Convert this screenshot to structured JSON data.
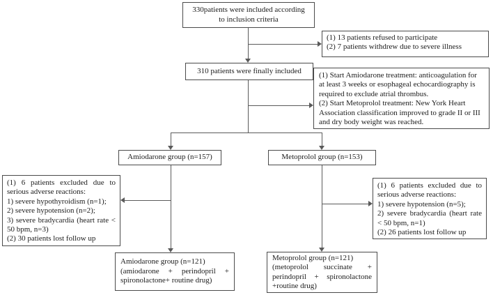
{
  "boxes": {
    "enrolled": "330patients were included according\nto inclusion criteria",
    "excluded_initial": "(1) 13 patients refused to participate\n(2) 7 patients withdrew due to severe illness",
    "included": "310 patients were finally included",
    "treatment_criteria": "(1) Start Amiodarone treatment: anticoagulation for at least 3 weeks or esophageal echocardiography is required to exclude atrial thrombus.\n(2) Start Metoprolol treatment: New York Heart Association classification improved to grade II or III and dry body weight was reached.",
    "amiodarone_group": "Amiodarone group (n=157)",
    "metoprolol_group": "Metoprolol group (n=153)",
    "amiodarone_excluded": "(1) 6 patients excluded due to serious adverse reactions:\n1) severe hypothyroidism (n=1);\n2) severe hypotension (n=2);\n3) severe bradycardia (heart rate < 50 bpm, n=3)\n(2) 30 patients lost follow up",
    "metoprolol_excluded": "(1) 6 patients excluded due to serious adverse reactions:\n1) severe hypotension (n=5);\n2) severe bradycardia (heart rate < 50 bpm, n=1)\n(2) 26 patients lost follow up",
    "amiodarone_final": "Amiodarone group (n=121)\n(amiodarone + perindopril + spironolactone+ routine drug)",
    "metoprolol_final": "Metoprolol group (n=121)\n(metoprolol succinate + perindopril + spironolactone +routine drug)"
  },
  "colors": {
    "border": "#4a4a4a",
    "line": "#5a5a5a",
    "text": "#1b1b1b",
    "background": "#ffffff"
  }
}
